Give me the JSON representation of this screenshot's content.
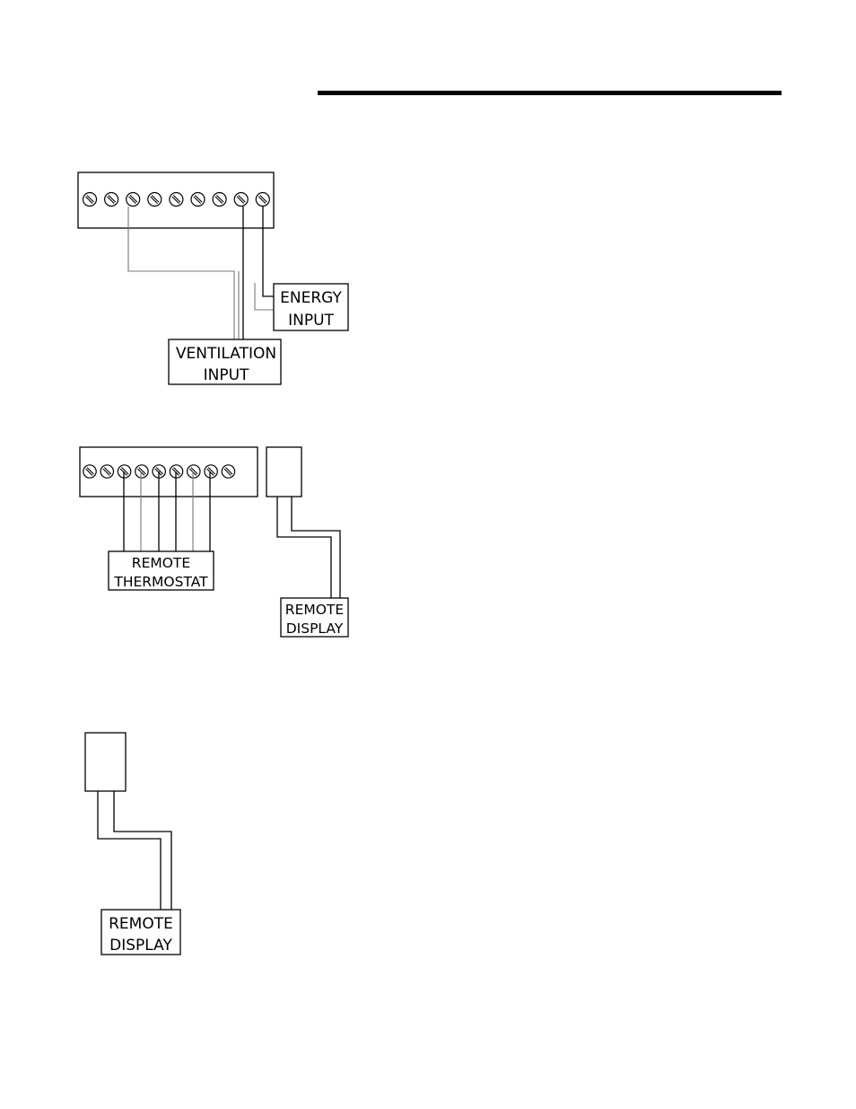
{
  "diagram_1": {
    "terminal_strip": {
      "screw_count": 9
    },
    "energy_input": {
      "line1": "ENERGY",
      "line2": "INPUT"
    },
    "ventilation_input": {
      "line1": "VENTILATION",
      "line2": "INPUT"
    }
  },
  "diagram_2": {
    "terminal_strip": {
      "screw_count": 9
    },
    "remote_thermostat": {
      "line1": "REMOTE",
      "line2": "THERMOSTAT"
    },
    "remote_display": {
      "line1": "REMOTE",
      "line2": "DISPLAY"
    }
  },
  "diagram_3": {
    "remote_display": {
      "line1": "REMOTE",
      "line2": "DISPLAY"
    }
  }
}
